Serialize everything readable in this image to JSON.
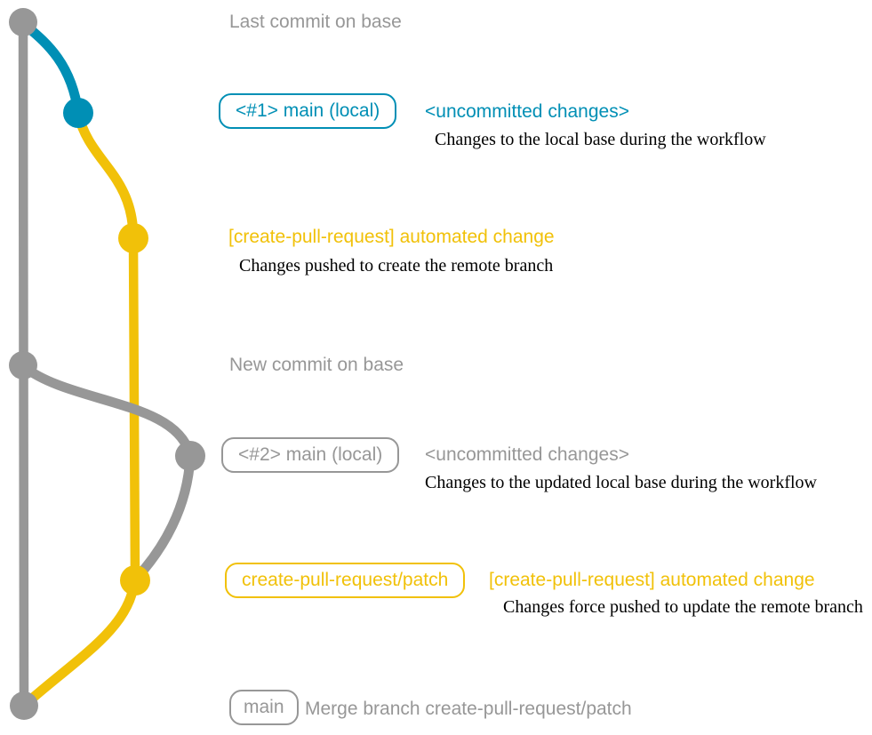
{
  "colors": {
    "gray": "#979797",
    "blue": "#008fb5",
    "yellow": "#f1c109",
    "text": "#000000"
  },
  "captions": {
    "last_commit_on_base": "Last commit on base",
    "new_commit_on_base": "New commit on base"
  },
  "rows": {
    "row1": {
      "branch_label": "<#1> main (local)",
      "message": "<uncommitted changes>",
      "description": "Changes to the local base during the workflow"
    },
    "row2": {
      "message": "[create-pull-request] automated change",
      "description": "Changes pushed to create the remote branch"
    },
    "row3": {
      "branch_label": "<#2> main (local)",
      "message": "<uncommitted changes>",
      "description": "Changes to the updated local base during the workflow"
    },
    "row4": {
      "branch_label": "create-pull-request/patch",
      "message": "[create-pull-request] automated change",
      "description": "Changes force pushed to update the remote branch"
    },
    "row5": {
      "branch_label": "main",
      "message": "Merge branch create-pull-request/patch"
    }
  },
  "graph": {
    "branches": [
      {
        "name": "base",
        "color": "#979797"
      },
      {
        "name": "main-local",
        "color": "#008fb5"
      },
      {
        "name": "create-pull-request/patch",
        "color": "#f1c109"
      }
    ],
    "commits": [
      {
        "label": "Last commit on base",
        "branch": "base",
        "color": "#979797"
      },
      {
        "label": "<uncommitted changes> #1",
        "branch": "main-local",
        "color": "#008fb5"
      },
      {
        "label": "[create-pull-request] automated change",
        "branch": "create-pull-request/patch",
        "color": "#f1c109"
      },
      {
        "label": "New commit on base",
        "branch": "base",
        "color": "#979797"
      },
      {
        "label": "<uncommitted changes> #2",
        "branch": "main-local",
        "color": "#979797"
      },
      {
        "label": "[create-pull-request] automated change (force push)",
        "branch": "create-pull-request/patch",
        "color": "#f1c109"
      },
      {
        "label": "Merge branch create-pull-request/patch",
        "branch": "base",
        "color": "#979797"
      }
    ]
  }
}
